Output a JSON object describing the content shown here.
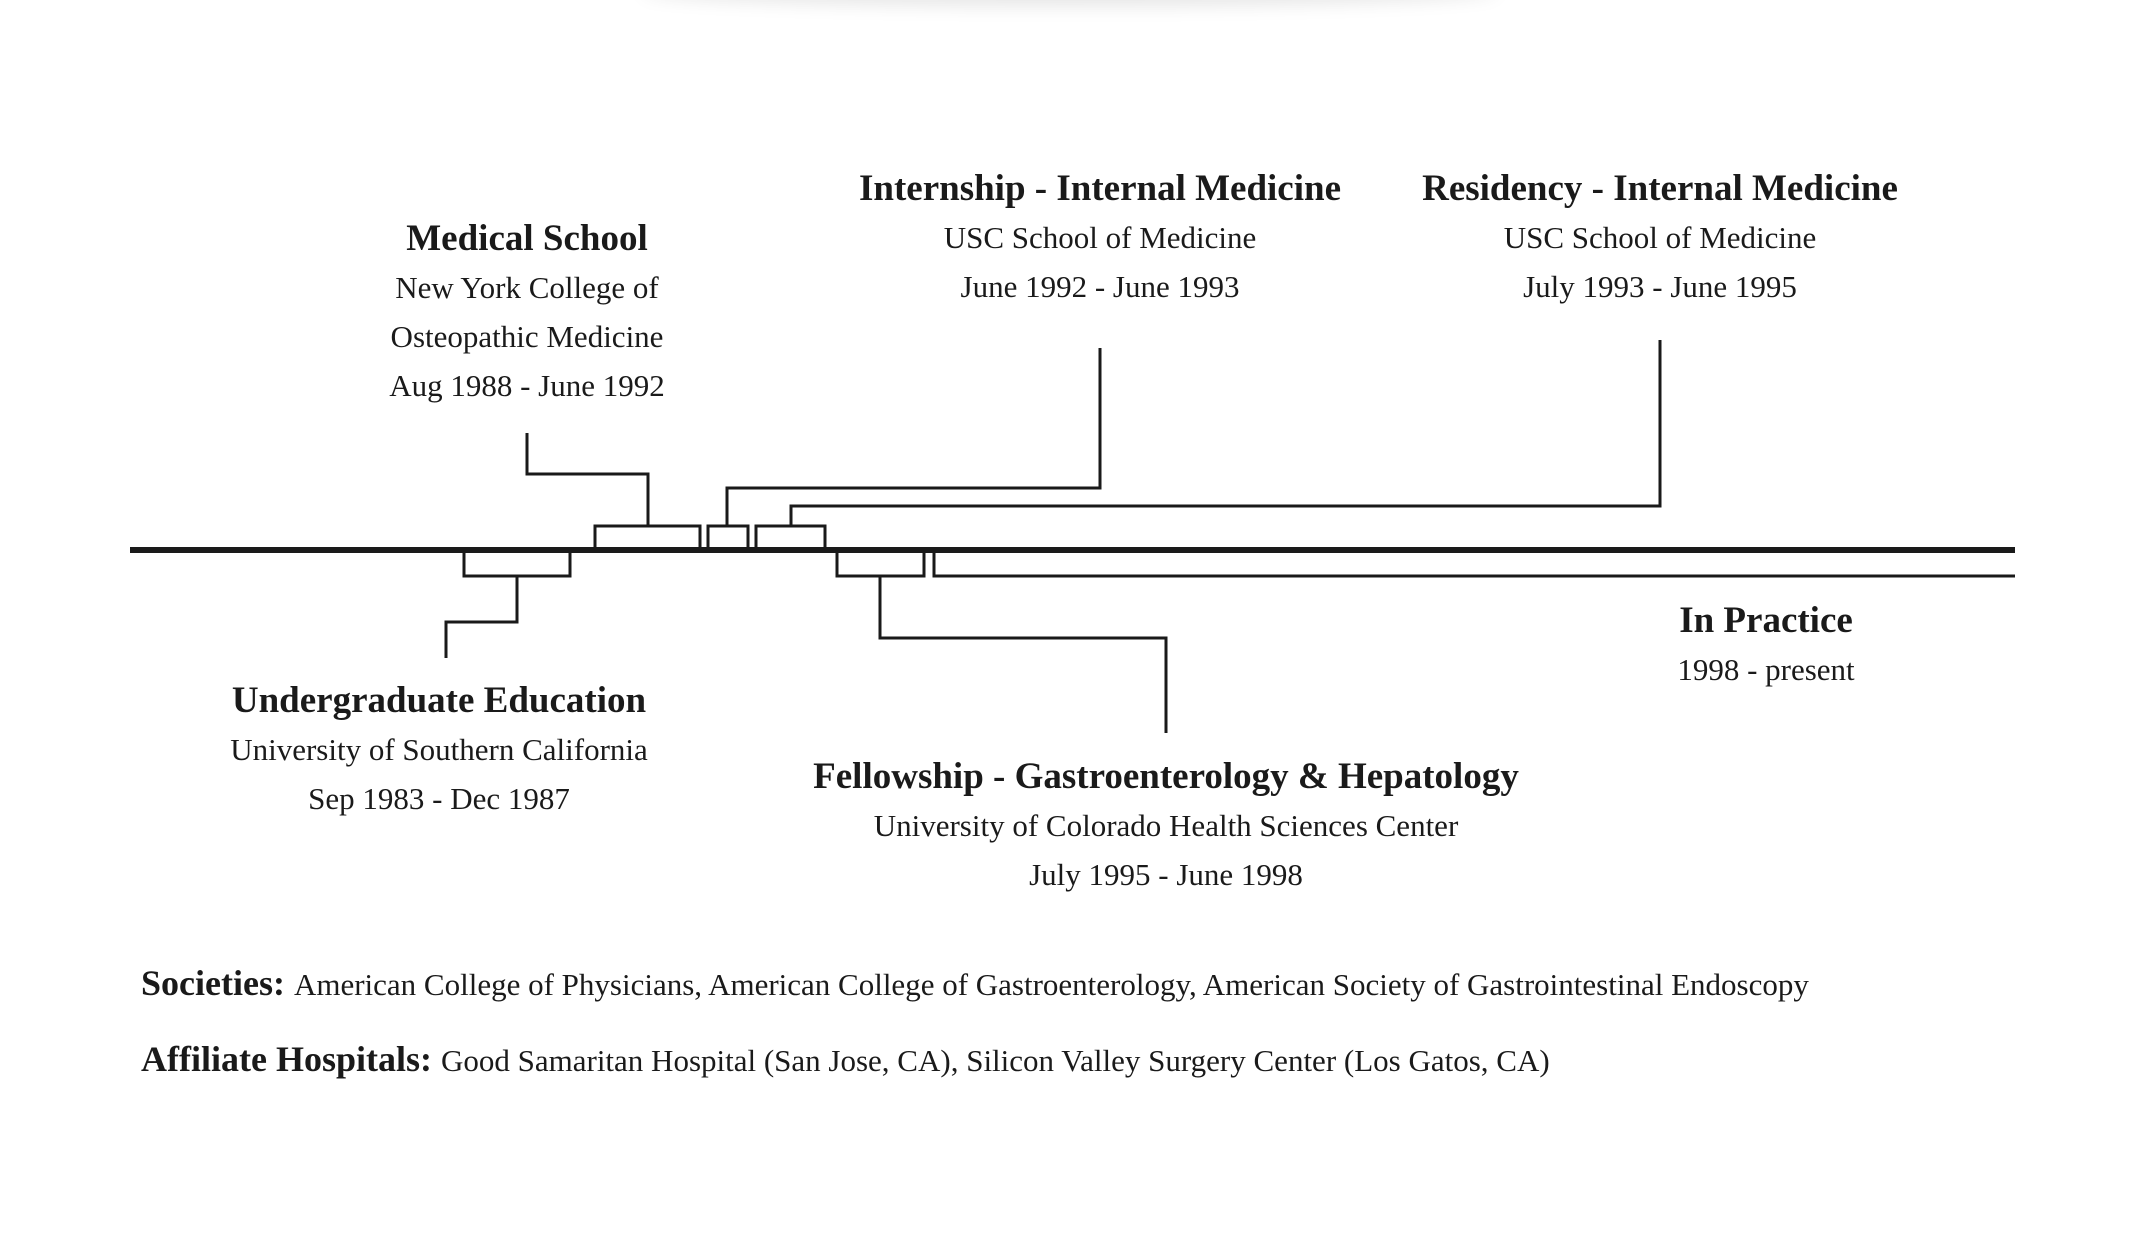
{
  "events": {
    "medical_school": {
      "title": "Medical School",
      "lines": [
        "New York College of",
        "Osteopathic Medicine",
        "Aug 1988 - June 1992"
      ]
    },
    "internship": {
      "title": "Internship - Internal Medicine",
      "lines": [
        "USC School of Medicine",
        "June 1992 - June 1993"
      ]
    },
    "residency": {
      "title": "Residency - Internal Medicine",
      "lines": [
        "USC School of Medicine",
        "July 1993 - June 1995"
      ]
    },
    "undergraduate": {
      "title": "Undergraduate Education",
      "lines": [
        "University of Southern California",
        "Sep 1983 - Dec 1987"
      ]
    },
    "fellowship": {
      "title": "Fellowship - Gastroenterology & Hepatology",
      "lines": [
        "University of Colorado Health Sciences Center",
        "July 1995 - June 1998"
      ]
    },
    "in_practice": {
      "title": "In Practice",
      "lines": [
        "1998 - present"
      ]
    }
  },
  "societies": {
    "label": "Societies:",
    "value": "American College of Physicians, American College of Gastroenterology, American Society of Gastrointestinal Endoscopy"
  },
  "affiliates": {
    "label": "Affiliate Hospitals:",
    "value": "Good Samaritan Hospital (San Jose, CA), Silicon Valley Surgery Center (Los Gatos, CA)"
  },
  "colors": {
    "ink": "#1a1a1a",
    "background": "#ffffff"
  }
}
